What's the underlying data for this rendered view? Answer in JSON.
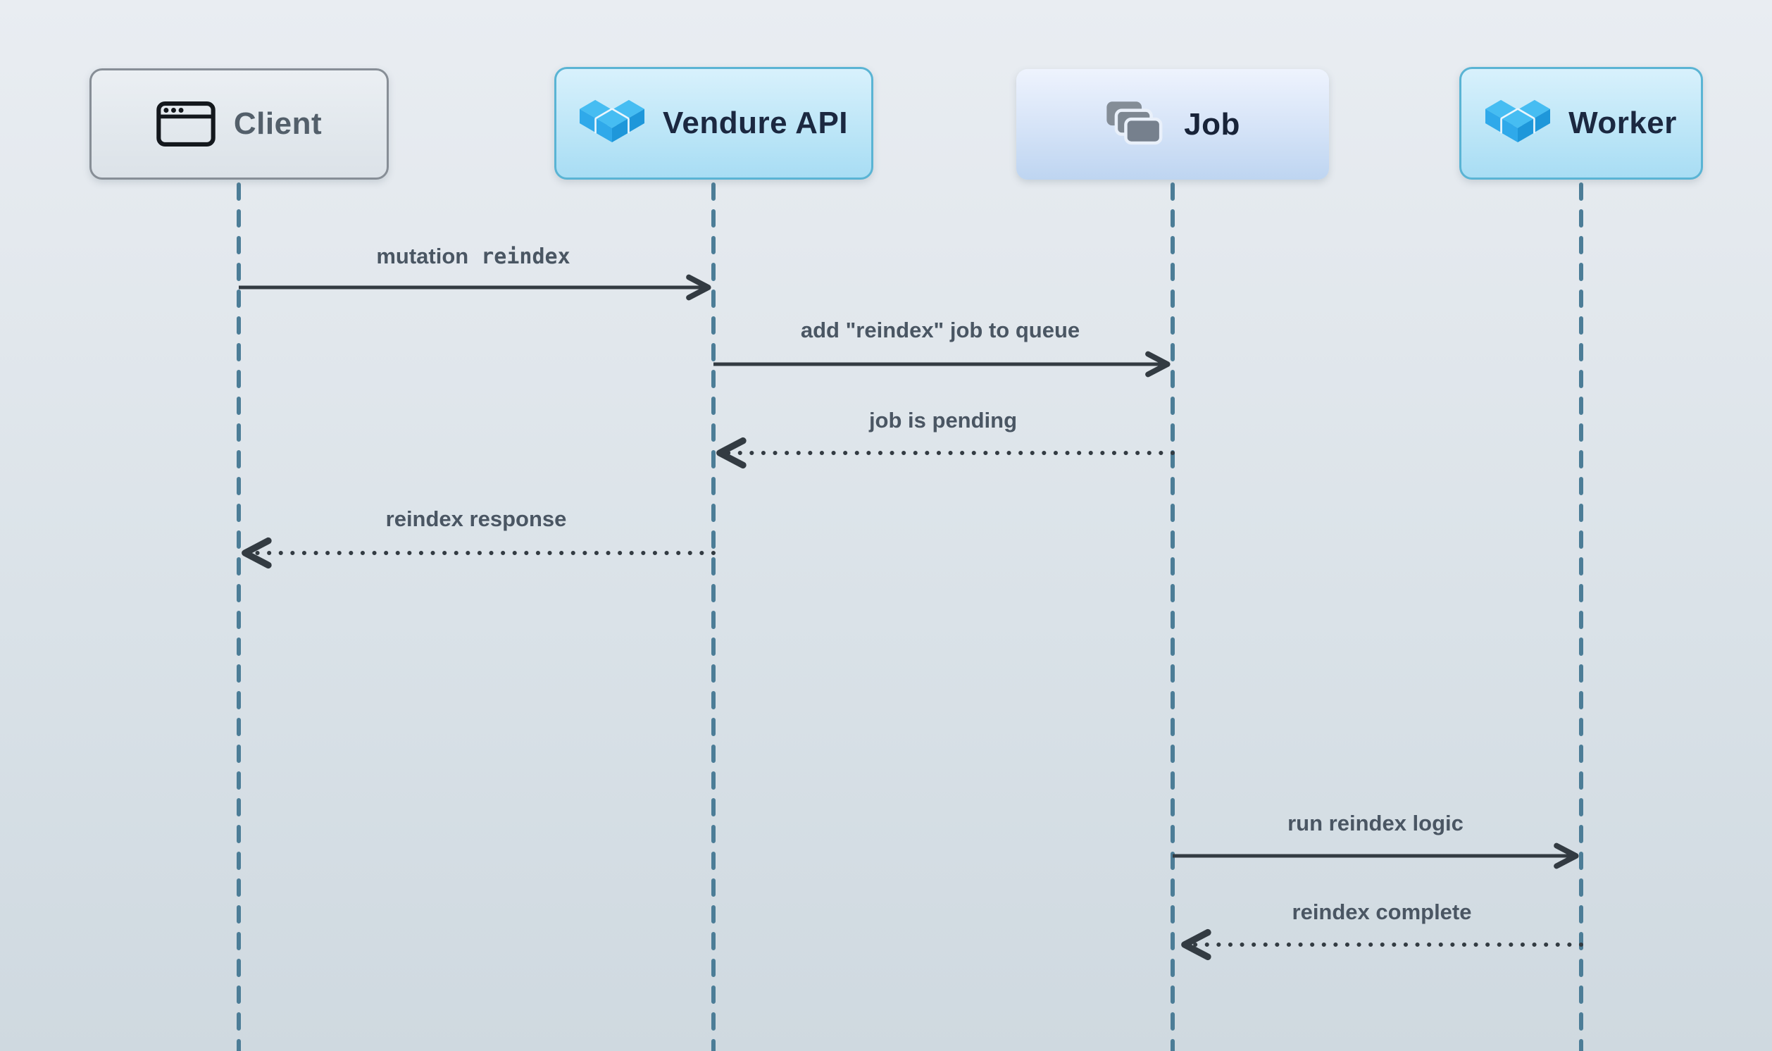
{
  "diagram": {
    "kind": "sequence-diagram",
    "actors": [
      {
        "id": "client",
        "label": "Client",
        "icon": "browser-window-icon",
        "variant": "plain"
      },
      {
        "id": "vendure_api",
        "label": "Vendure API",
        "icon": "vendure-logo-icon",
        "variant": "vendure"
      },
      {
        "id": "job",
        "label": "Job",
        "icon": "stacked-cards-icon",
        "variant": "soft"
      },
      {
        "id": "worker",
        "label": "Worker",
        "icon": "vendure-logo-icon",
        "variant": "vendure"
      }
    ],
    "messages": [
      {
        "from": "Client",
        "to": "Vendure API",
        "style": "solid",
        "label_text": "mutation",
        "label_code": "reindex"
      },
      {
        "from": "Vendure API",
        "to": "Job",
        "style": "solid",
        "label": "add \"reindex\" job to queue"
      },
      {
        "from": "Job",
        "to": "Vendure API",
        "style": "dotted",
        "label": "job is pending"
      },
      {
        "from": "Vendure API",
        "to": "Client",
        "style": "dotted",
        "label": "reindex response"
      },
      {
        "from": "Job",
        "to": "Worker",
        "style": "solid",
        "label": "run reindex logic"
      },
      {
        "from": "Worker",
        "to": "Job",
        "style": "dotted",
        "label": "reindex complete"
      }
    ],
    "colors": {
      "lifeline": "#4c7d97",
      "arrow": "#333b42",
      "label_text": "#4a5663",
      "vendure_blue": "#2fa9ea",
      "actor_border_blue": "#5ab4d4",
      "actor_border_gray": "#878e96"
    }
  }
}
